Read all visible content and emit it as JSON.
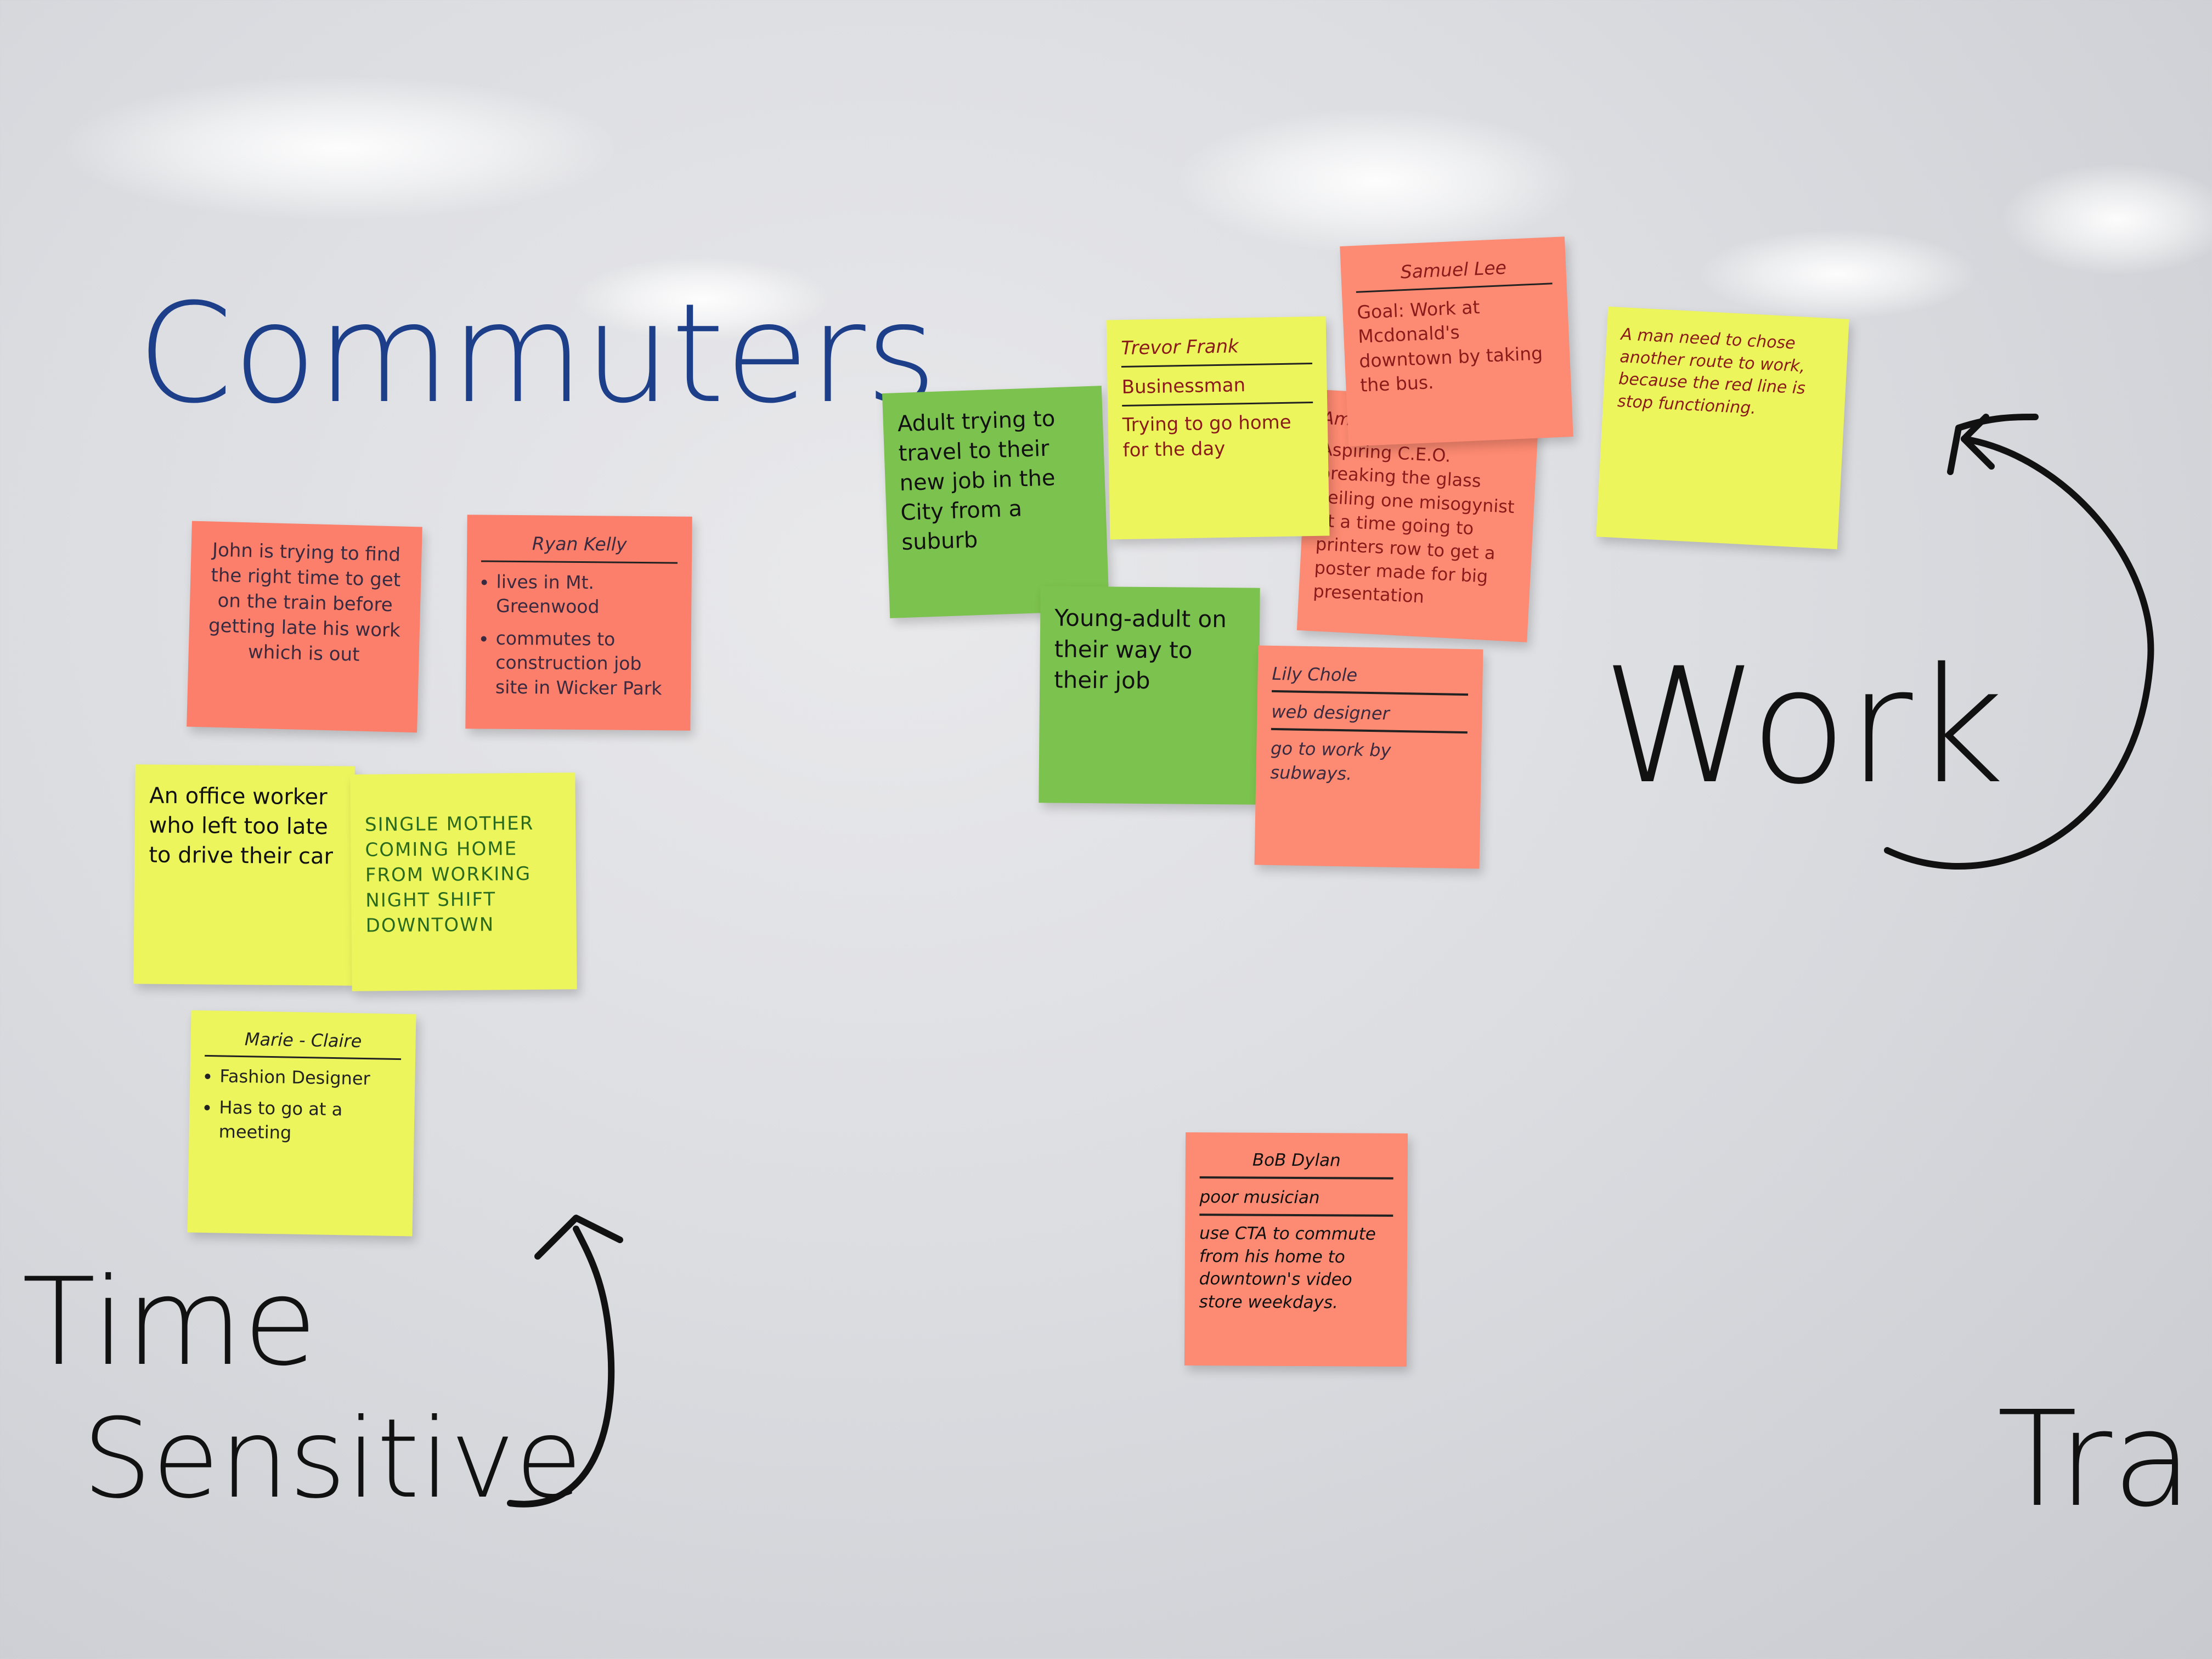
{
  "board": {
    "label_commuters": "Commuters",
    "label_work": "Work",
    "label_time": "Time",
    "label_sensitive": "Sensitive",
    "label_travel_partial": "Tra",
    "colors": {
      "board": "#dcdde1",
      "coral": "#fb7f6b",
      "yellow": "#ecf55c",
      "green": "#7cc24e",
      "marker_blue": "#1d3f8a",
      "marker_black": "#111111"
    }
  },
  "notes": {
    "john": {
      "text": "John is trying to find the right time to get on the train before getting late his work which is out"
    },
    "ryan": {
      "name": "Ryan Kelly",
      "bullets": [
        "lives in Mt. Greenwood",
        "commutes to construction job site in Wicker Park"
      ]
    },
    "office_worker": {
      "text": "An office worker who left too late to drive their car"
    },
    "single_mother": {
      "text": "SINGLE MOTHER COMING HOME FROM WORKING NIGHT SHIFT DOWNTOWN"
    },
    "marie": {
      "name": "Marie - Claire",
      "bullets": [
        "Fashion Designer",
        "Has to go at a meeting"
      ]
    },
    "adult": {
      "text": "Adult trying to travel to their new job in the City from a suburb"
    },
    "young_adult": {
      "text": "Young-adult on their way to their job"
    },
    "trevor": {
      "name": "Trevor Frank",
      "role": "Businessman",
      "text": "Trying to go home for the day"
    },
    "samuel": {
      "name": "Samuel Lee",
      "text": "Goal: Work at Mcdonald's downtown by taking the bus."
    },
    "amy": {
      "name": "Amy",
      "text": "Aspiring C.E.O. breaking the glass ceiling one misogynist at a time going to printers row to get a poster made for big presentation"
    },
    "man_route": {
      "text": "A man need to chose another route to work, because the red line is stop functioning."
    },
    "lily": {
      "name": "Lily Chole",
      "role": "web designer",
      "text": "go to work by subways."
    },
    "bob": {
      "name": "BoB Dylan",
      "role": "poor musician",
      "text": "use CTA to commute from his home to downtown's video store weekdays."
    }
  }
}
